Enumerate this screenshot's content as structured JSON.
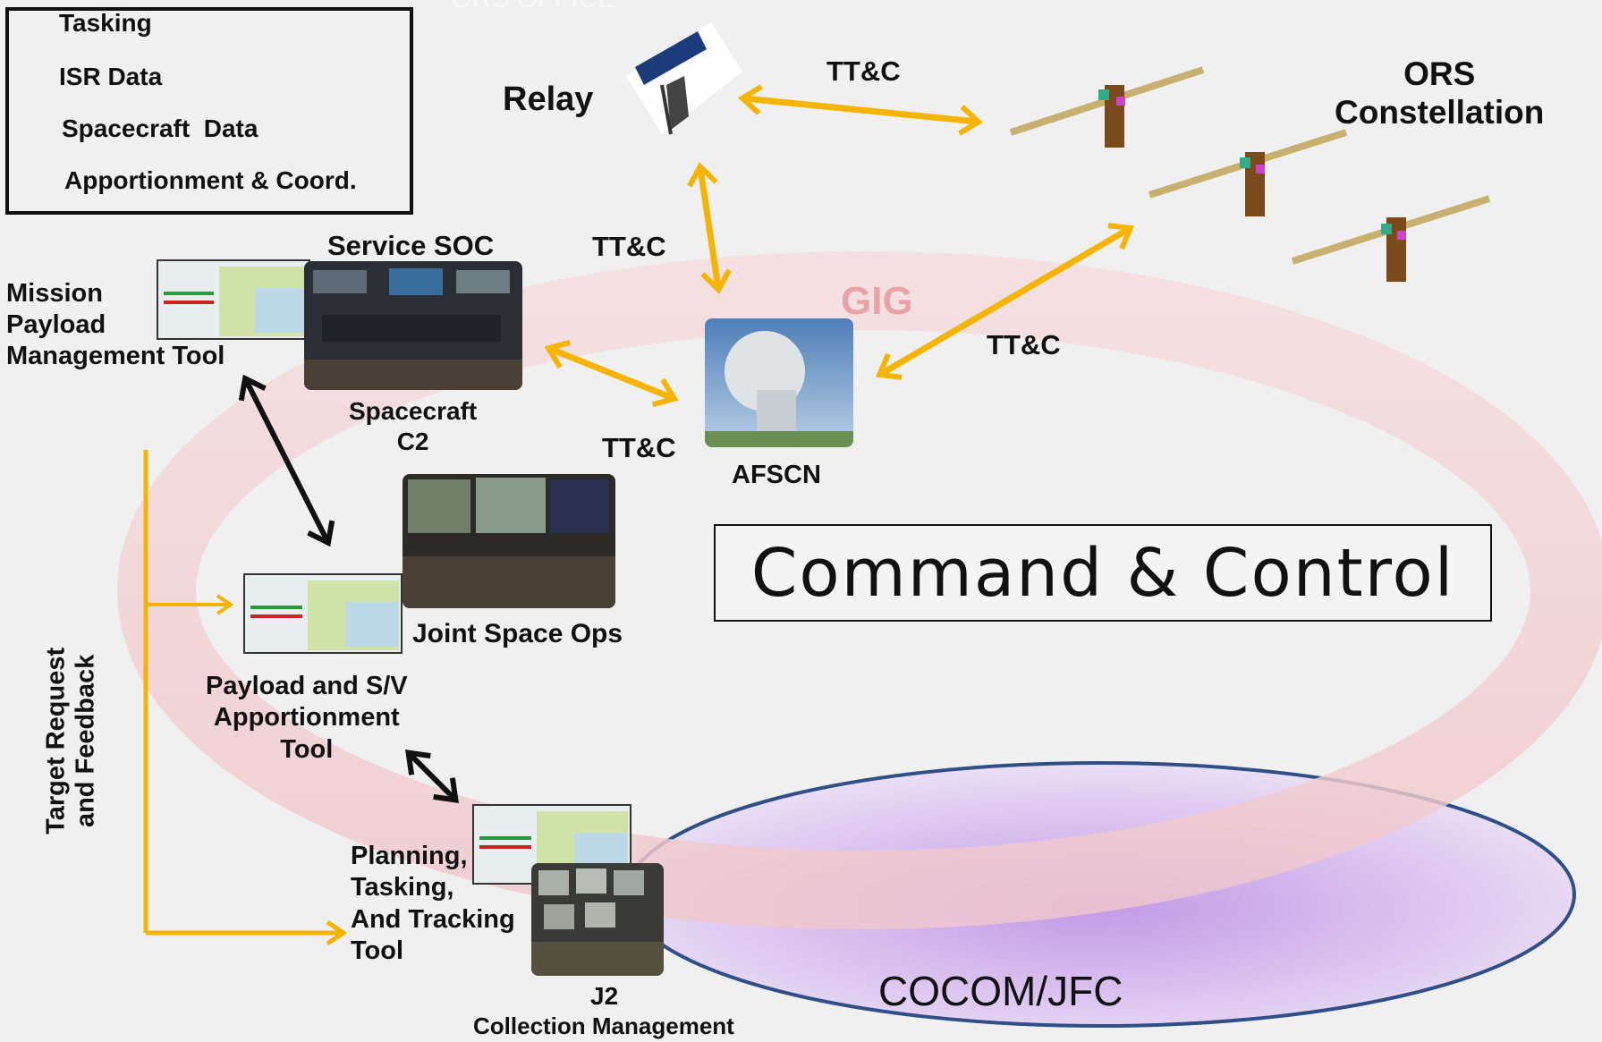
{
  "legend": {
    "items": [
      {
        "label": "Tasking",
        "color": "#1f6fc0"
      },
      {
        "label": "ISR Data",
        "color": "#1aaa55"
      },
      {
        "label": "Spacecraft  Data",
        "color": "#f5b400"
      },
      {
        "label": "Apportionment & Coord.",
        "color": "#111111"
      }
    ]
  },
  "nodes": {
    "relay": "Relay",
    "ors": "ORS\nConstellation",
    "service_soc": "Service SOC",
    "mission_tool": "Mission\nPayload\nManagement Tool",
    "spacecraft_c2": "Spacecraft\nC2",
    "afscn": "AFSCN",
    "gig": "GIG",
    "joint_space_ops": "Joint Space Ops",
    "payload_tool": "Payload and S/V\nApportionment\nTool",
    "planning_tool": "Planning,\nTasking,\nAnd Tracking\nTool",
    "j2": "J2",
    "collection_mgmt": "Collection Management",
    "target_request": "Target Request\nand Feedback",
    "cocom": "COCOM/JFC",
    "command_control": "Command & Control",
    "ors_office_faint": "ORS OFFICE"
  },
  "link_labels": {
    "relay_ors": "TT&C",
    "soc_relay": "TT&C",
    "afscn_ors": "TT&C",
    "soc_afscn": "TT&C"
  },
  "colors": {
    "gig_ring": "#f2cdd0",
    "gig_text": "#e9a3a8",
    "cocom_fill": "#c9a8e6",
    "cocom_stroke": "#2f4f86",
    "tt_c_arrow": "#f5b400",
    "apportion_arrow": "#111111",
    "background": "#f0f0f0"
  }
}
